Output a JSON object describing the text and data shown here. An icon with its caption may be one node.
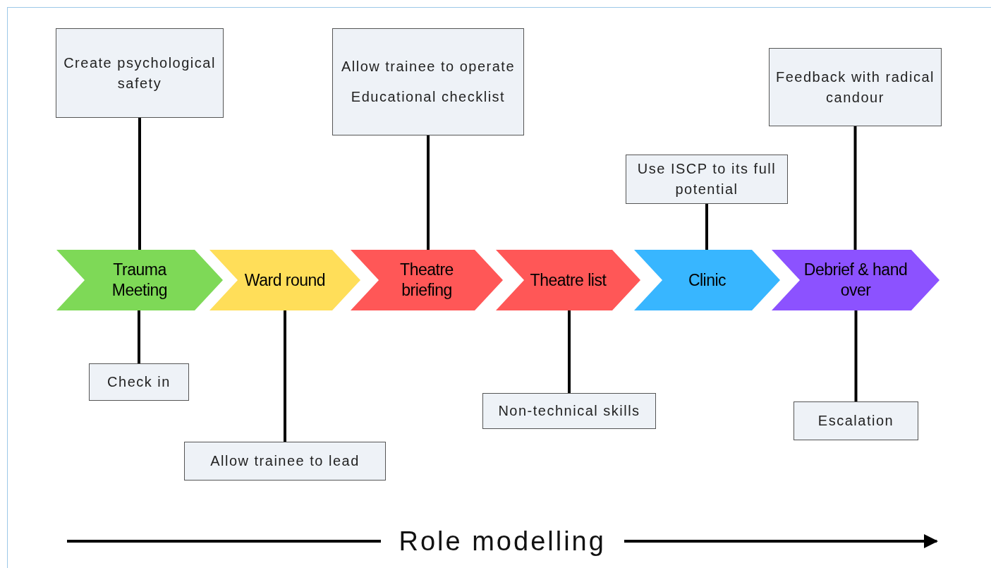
{
  "diagram": {
    "nodes": [
      {
        "text": [
          "Trauma Meeting"
        ]
      },
      {
        "text": [
          "Ward round"
        ]
      },
      {
        "text": [
          "Theatre briefing"
        ]
      },
      {
        "text": [
          "Theatre list"
        ]
      },
      {
        "text": [
          "Clinic"
        ]
      },
      {
        "text": [
          "Debrief & hand over"
        ]
      },
      {
        "text": [
          "Create psychological safety"
        ]
      },
      {
        "text": [
          "Allow trainee to operate",
          "Educational checklist"
        ]
      },
      {
        "text": [
          "Use ISCP to its full potential"
        ]
      },
      {
        "text": [
          "Feedback with radical candour"
        ]
      },
      {
        "text": [
          "Check in"
        ]
      },
      {
        "text": [
          "Allow trainee to lead"
        ]
      },
      {
        "text": [
          "Non-technical skills"
        ]
      },
      {
        "text": [
          "Escalation"
        ]
      }
    ],
    "edges": [
      {
        "from": 6,
        "to": 0,
        "arrow": "none"
      },
      {
        "from": 7,
        "to": 2,
        "arrow": "none"
      },
      {
        "from": 8,
        "to": 4,
        "arrow": "none"
      },
      {
        "from": 9,
        "to": 5,
        "arrow": "none"
      },
      {
        "from": 0,
        "to": 10,
        "arrow": "none"
      },
      {
        "from": 1,
        "to": 11,
        "arrow": "none"
      },
      {
        "from": 3,
        "to": 12,
        "arrow": "none"
      },
      {
        "from": 5,
        "to": 13,
        "arrow": "none"
      }
    ],
    "labels": [
      "Role modelling"
    ]
  }
}
